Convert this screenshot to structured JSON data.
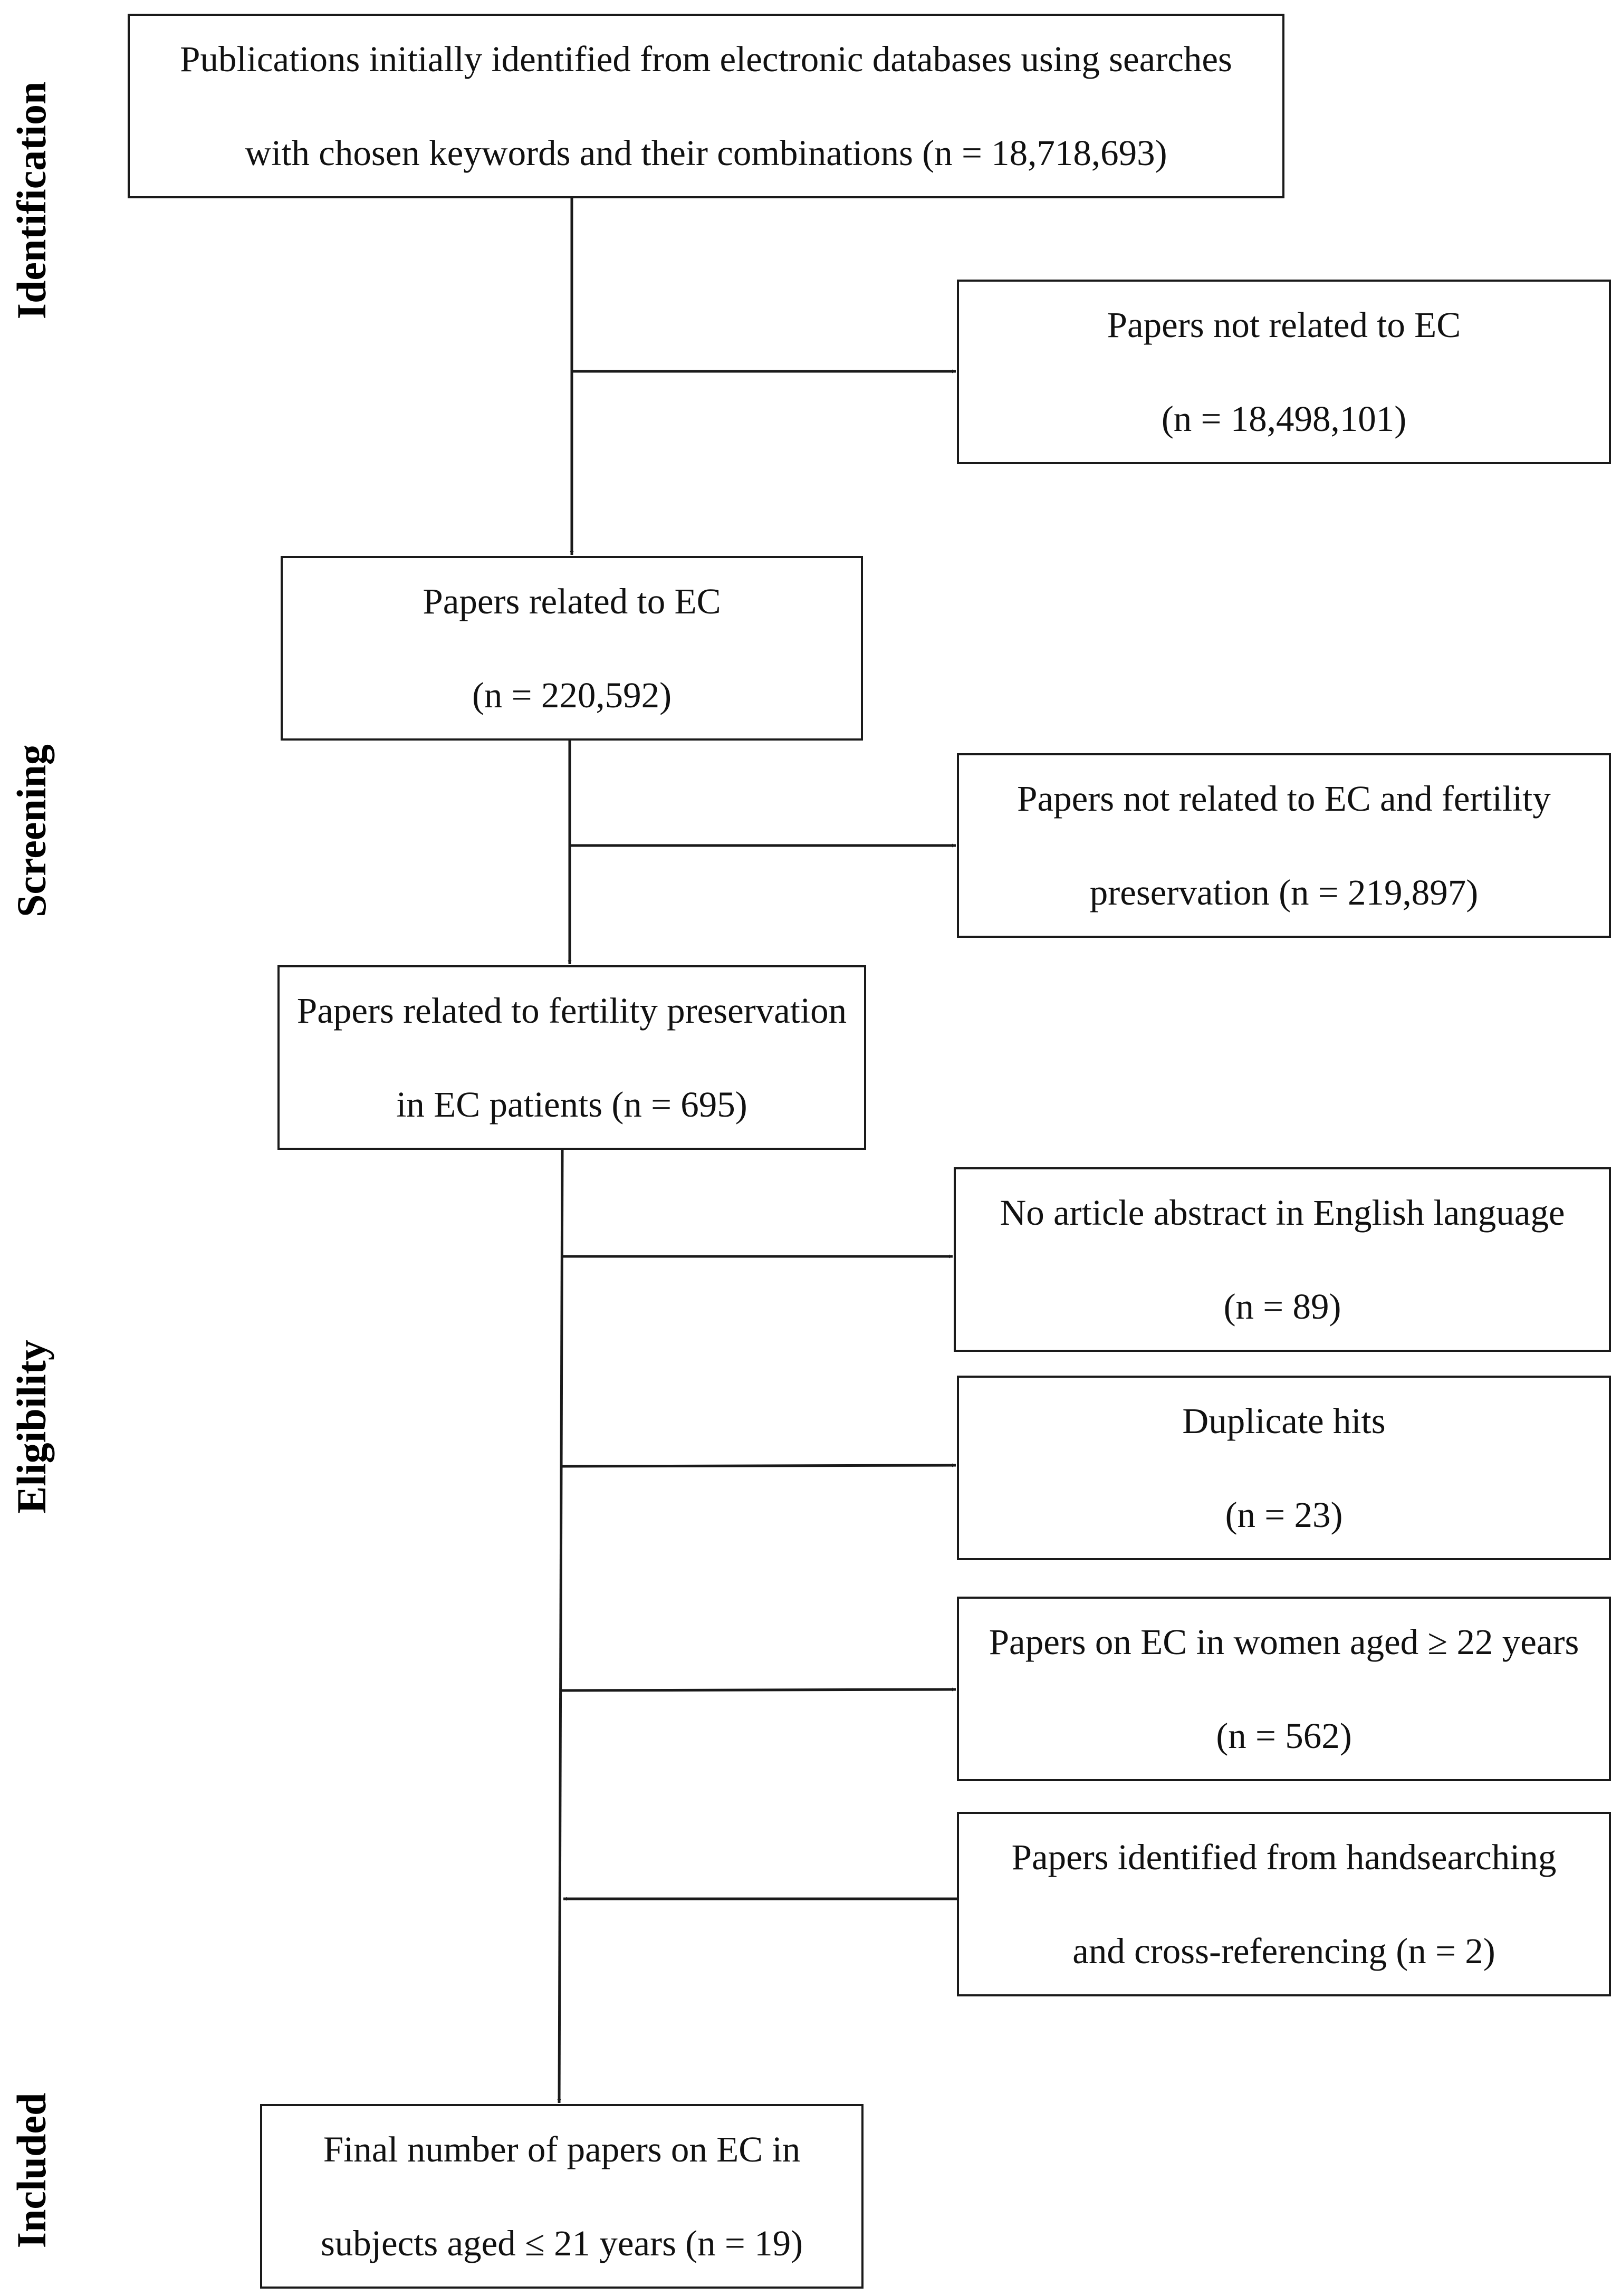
{
  "stages": {
    "identification": "Identification",
    "screening": "Screening",
    "eligibility": "Eligibility",
    "included": "Included"
  },
  "boxes": {
    "identified": {
      "line1": "Publications initially identified from electronic databases using searches",
      "line2": "with chosen keywords and their combinations (n = 18,718,693)"
    },
    "not_related_ec": {
      "line1": "Papers not related to EC",
      "line2": "(n = 18,498,101)"
    },
    "related_ec": {
      "line1": "Papers related to EC",
      "line2": "(n = 220,592)"
    },
    "not_related_fertility": {
      "line1": "Papers not related to EC and fertility",
      "line2": "preservation (n = 219,897)"
    },
    "related_fertility": {
      "line1": "Papers related to fertility preservation",
      "line2": "in EC patients (n = 695)"
    },
    "no_abstract_english": {
      "line1": "No article abstract in English language",
      "line2": "(n = 89)"
    },
    "duplicates": {
      "line1": "Duplicate hits",
      "line2": "(n = 23)"
    },
    "women_aged_22": {
      "line1": "Papers on EC in women aged ≥ 22 years",
      "line2": "(n = 562)"
    },
    "handsearching": {
      "line1": "Papers identified from handsearching",
      "line2": "and cross-referencing  (n = 2)"
    },
    "final": {
      "line1": "Final number of papers on EC in",
      "line2": "subjects aged ≤ 21 years (n = 19)"
    }
  }
}
